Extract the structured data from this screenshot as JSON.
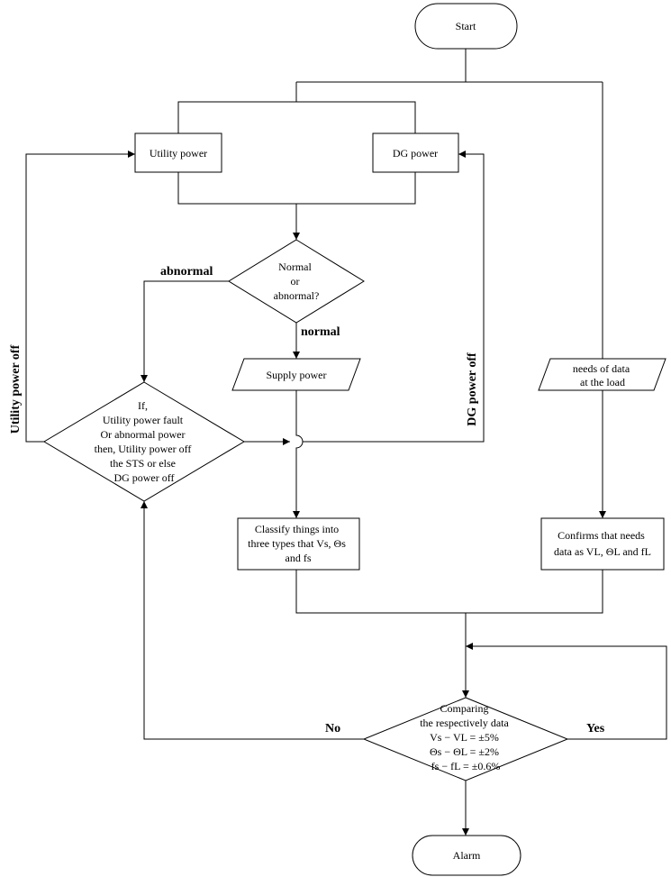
{
  "nodes": {
    "start": "Start",
    "utility_power": "Utility power",
    "dg_power": "DG  power",
    "decision_normal": [
      "Normal",
      "or",
      "abnormal?"
    ],
    "supply_power": "Supply power",
    "needs_data": [
      "needs of data",
      "at the load"
    ],
    "if_block": [
      "If,",
      "Utility power fault",
      "Or abnormal power",
      "then, Utility power off",
      "the STS or else",
      "DG power off"
    ],
    "classify": [
      "Classify things into",
      "three types that Vs, Θs",
      "and fs"
    ],
    "confirms": [
      "Confirms that needs",
      "data as VL, ΘL and fL"
    ],
    "comparing": [
      "Comparing",
      "the respectively data",
      "Vs − VL = ±5%",
      "Θs − ΘL = ±2%",
      "fs − fL = ±0.6%"
    ],
    "alarm": "Alarm"
  },
  "edge_labels": {
    "abnormal": "abnormal",
    "normal": "normal",
    "utility_power_off": "Utility power off",
    "dg_power_off": "DG power off",
    "no": "No",
    "yes": "Yes"
  }
}
